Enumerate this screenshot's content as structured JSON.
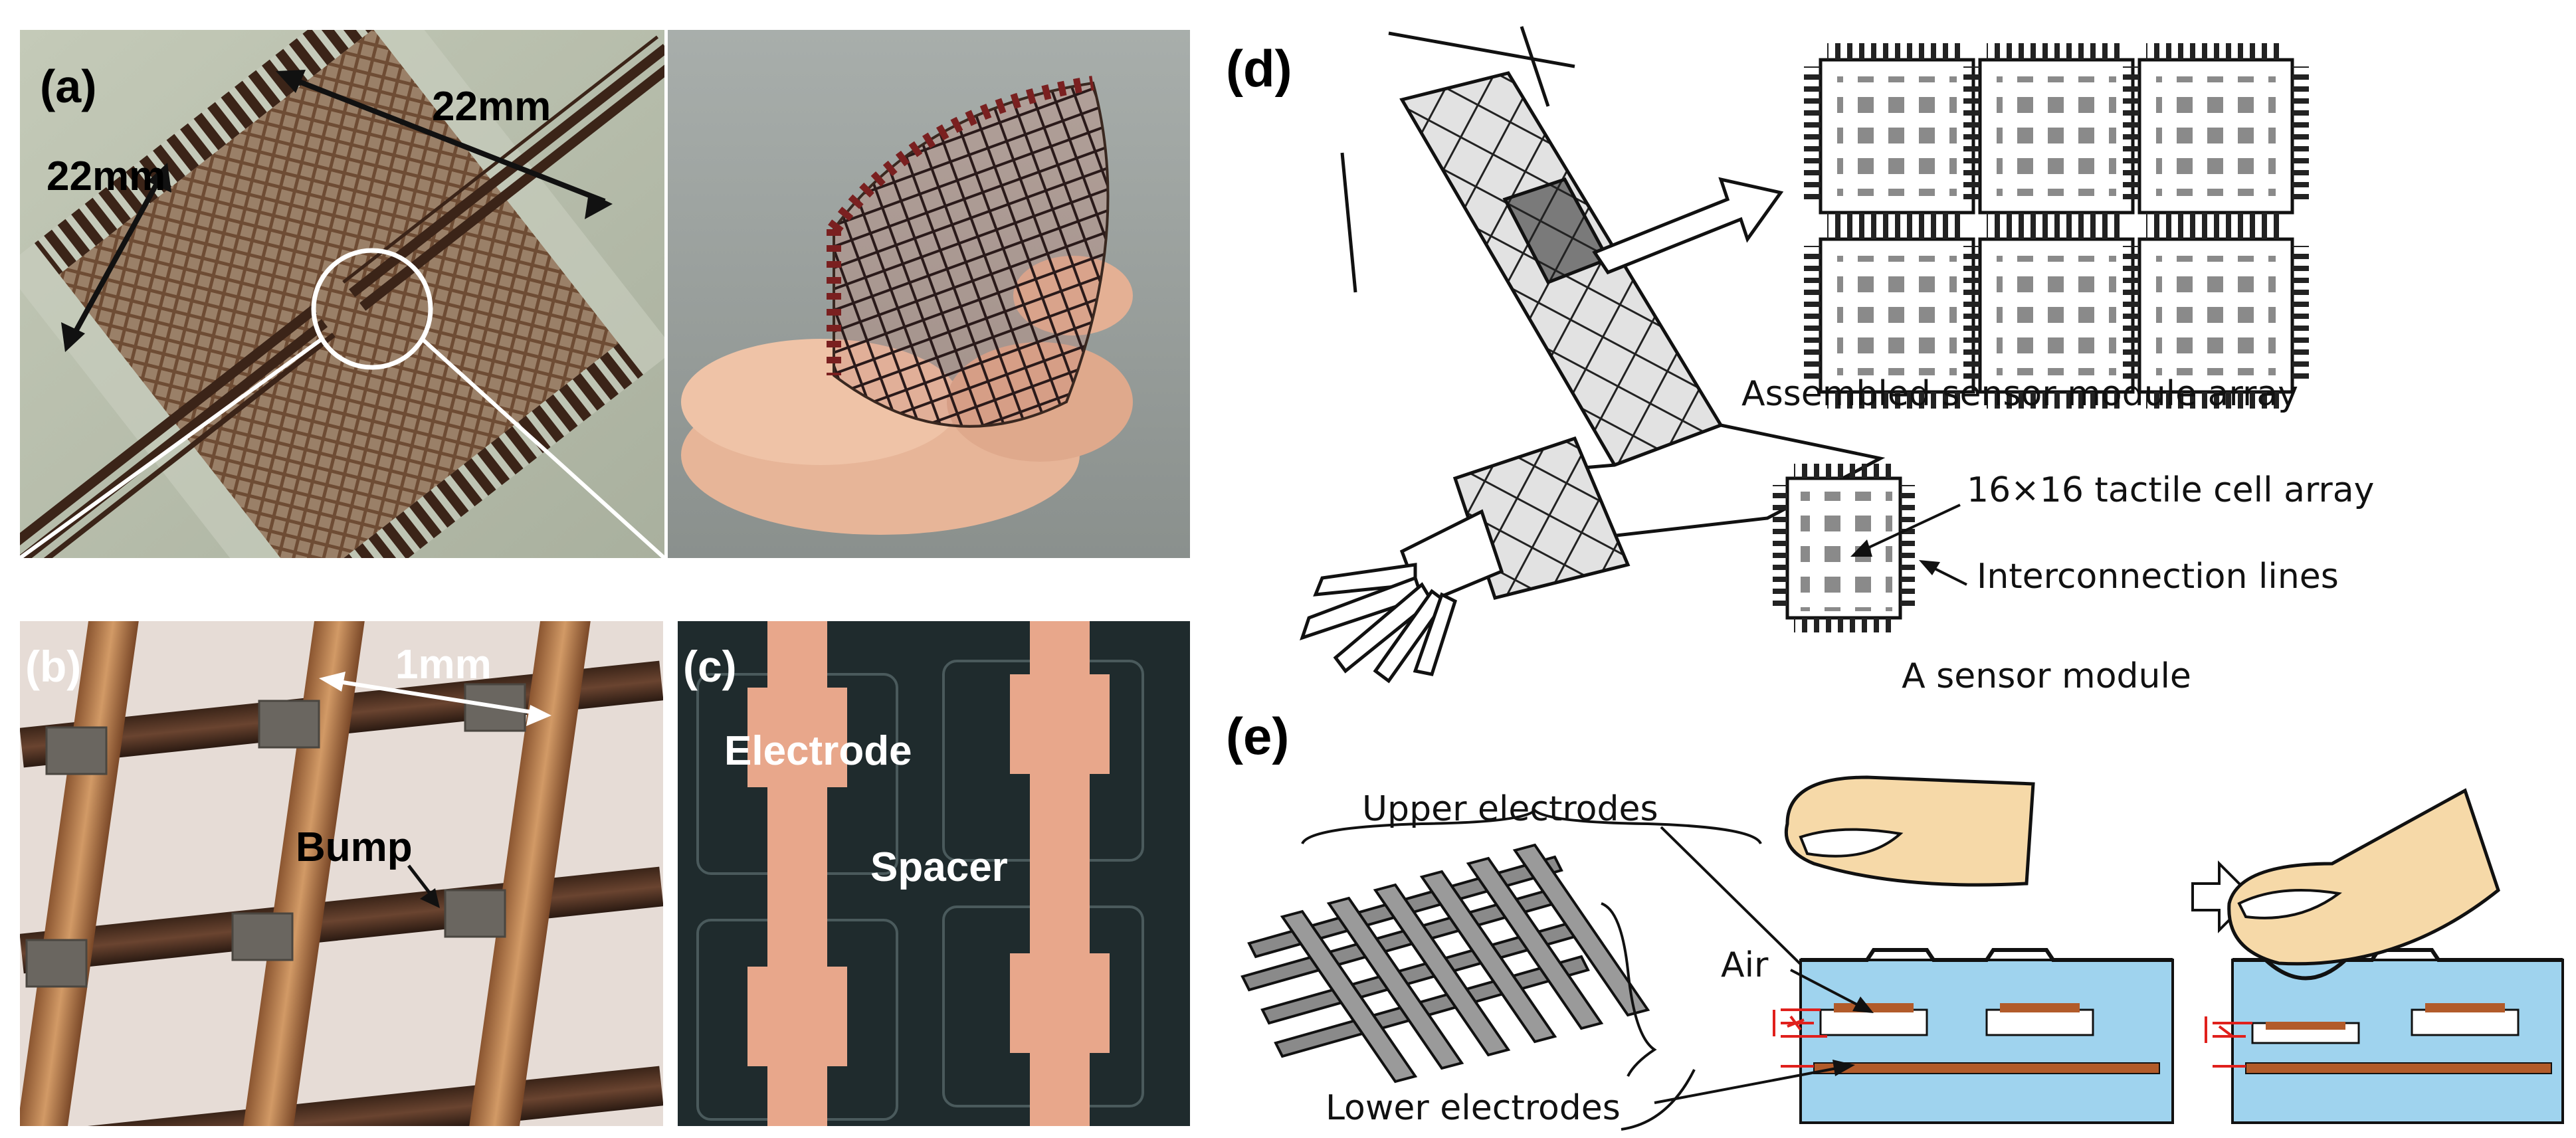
{
  "panels": {
    "a": {
      "letter": "(a)",
      "dim_top": "22mm",
      "dim_left": "22mm"
    },
    "b": {
      "letter": "(b)",
      "scale": "1mm",
      "bump": "Bump"
    },
    "c": {
      "letter": "(c)",
      "electrode": "Electrode",
      "spacer": "Spacer"
    },
    "d": {
      "letter": "(d)",
      "assembled_caption": "Assembled sensor module array",
      "cell_array_label": "16×16 tactile cell array",
      "interconnect_label": "Interconnection lines",
      "module_caption": "A sensor module"
    },
    "e": {
      "letter": "(e)",
      "upper_electrodes": "Upper electrodes",
      "air": "Air",
      "lower_electrodes": "Lower electrodes"
    }
  },
  "colors": {
    "photo_a_bg": "#b9c0ad",
    "photo_hand_bg": "#9aa3a0",
    "skin": "#e9b99c",
    "copper": "#b07a4e",
    "electrode_pink": "#e9a98c",
    "dark_board": "#1f2b2d",
    "sensor_blue": "#9fd3ee",
    "electrode_brown": "#b25b2a",
    "finger": "#f6d9a8",
    "signal_red": "#e0201c",
    "cell_gray": "#8a8a8a"
  }
}
